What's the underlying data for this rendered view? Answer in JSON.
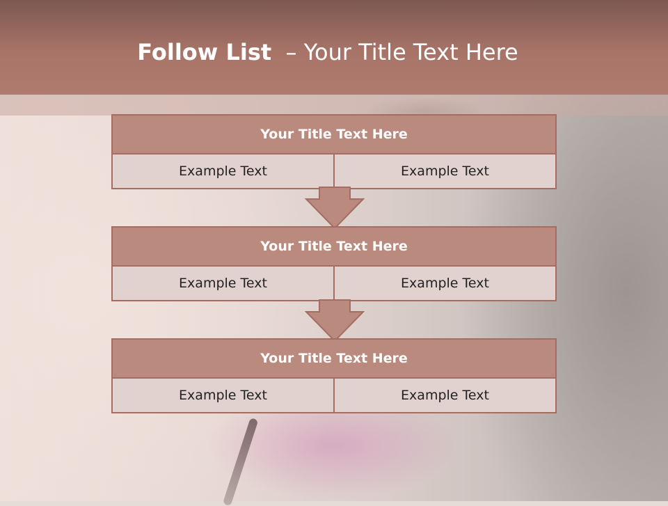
{
  "slide": {
    "title_bold": "Follow List",
    "title_rest": "  – Your Title Text Here"
  },
  "blocks": [
    {
      "title": "Your Title Text Here",
      "left": "Example Text",
      "right": "Example Text"
    },
    {
      "title": "Your Title Text Here",
      "left": "Example Text",
      "right": "Example Text"
    },
    {
      "title": "Your Title Text Here",
      "left": "Example Text",
      "right": "Example Text"
    }
  ],
  "colors": {
    "header": "#a87468",
    "box_title": "#b98a7d",
    "box_cell": "#e2d2cf",
    "border": "#a56c62"
  }
}
